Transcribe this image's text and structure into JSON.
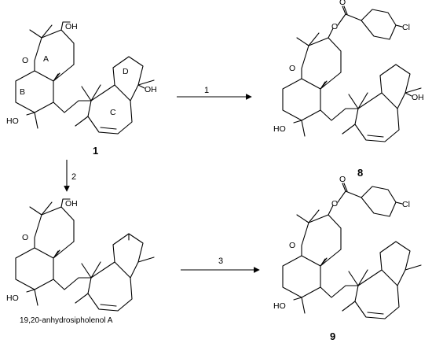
{
  "atoms": {
    "oh": "OH",
    "ho": "HO",
    "o": "O",
    "cl": "Cl"
  },
  "rings": {
    "a": "A",
    "b": "B",
    "c": "C",
    "d": "D"
  },
  "compounds": {
    "c1": "1",
    "c8": "8",
    "c9": "9",
    "anhydro_name": "19,20-anhydrosipholenol A"
  },
  "steps": {
    "s1": "1",
    "s2": "2",
    "s3": "3"
  }
}
